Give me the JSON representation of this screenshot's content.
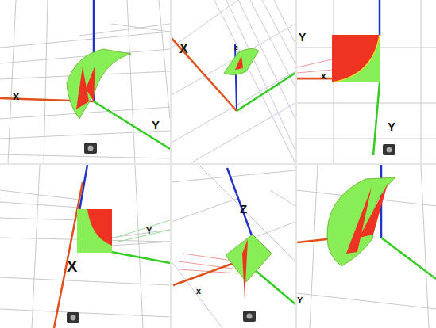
{
  "diagram": {
    "labels": [
      "x",
      "Y",
      "X",
      "z",
      "Y",
      "x",
      "Y",
      "X",
      "Y",
      "Z",
      "x",
      "Y"
    ]
  }
}
